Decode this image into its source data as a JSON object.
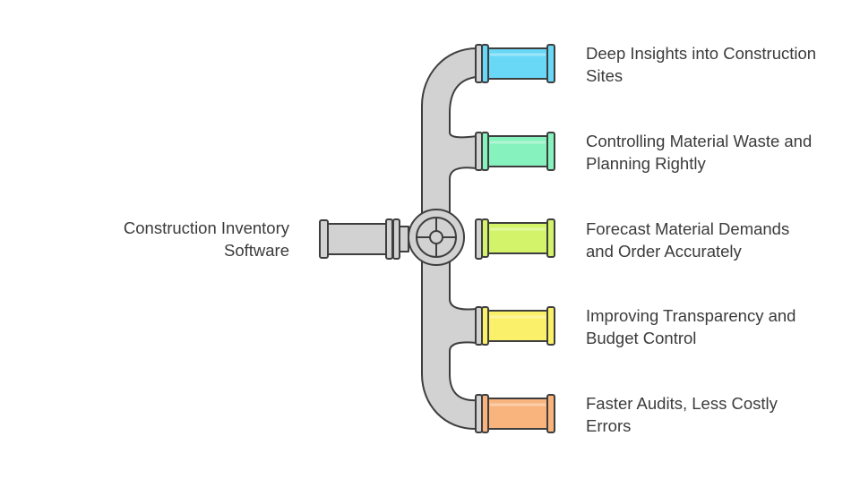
{
  "diagram": {
    "source": {
      "label": "Construction Inventory\nSoftware"
    },
    "outputs": [
      {
        "label": "Deep Insights into Construction\nSites",
        "color": "#69d7f6"
      },
      {
        "label": "Controlling Material Waste and\nPlanning Rightly",
        "color": "#86f2bd"
      },
      {
        "label": "Forecast Material Demands\nand Order Accurately",
        "color": "#d3f46a"
      },
      {
        "label": "Improving Transparency and\nBudget Control",
        "color": "#fbf06a"
      },
      {
        "label": "Faster Audits, Less Costly\nErrors",
        "color": "#f9b47e"
      }
    ],
    "pipe_color": "#d2d2d2",
    "outline_color": "#3e3e3e",
    "valve_icon": "valve-wheel-icon"
  }
}
